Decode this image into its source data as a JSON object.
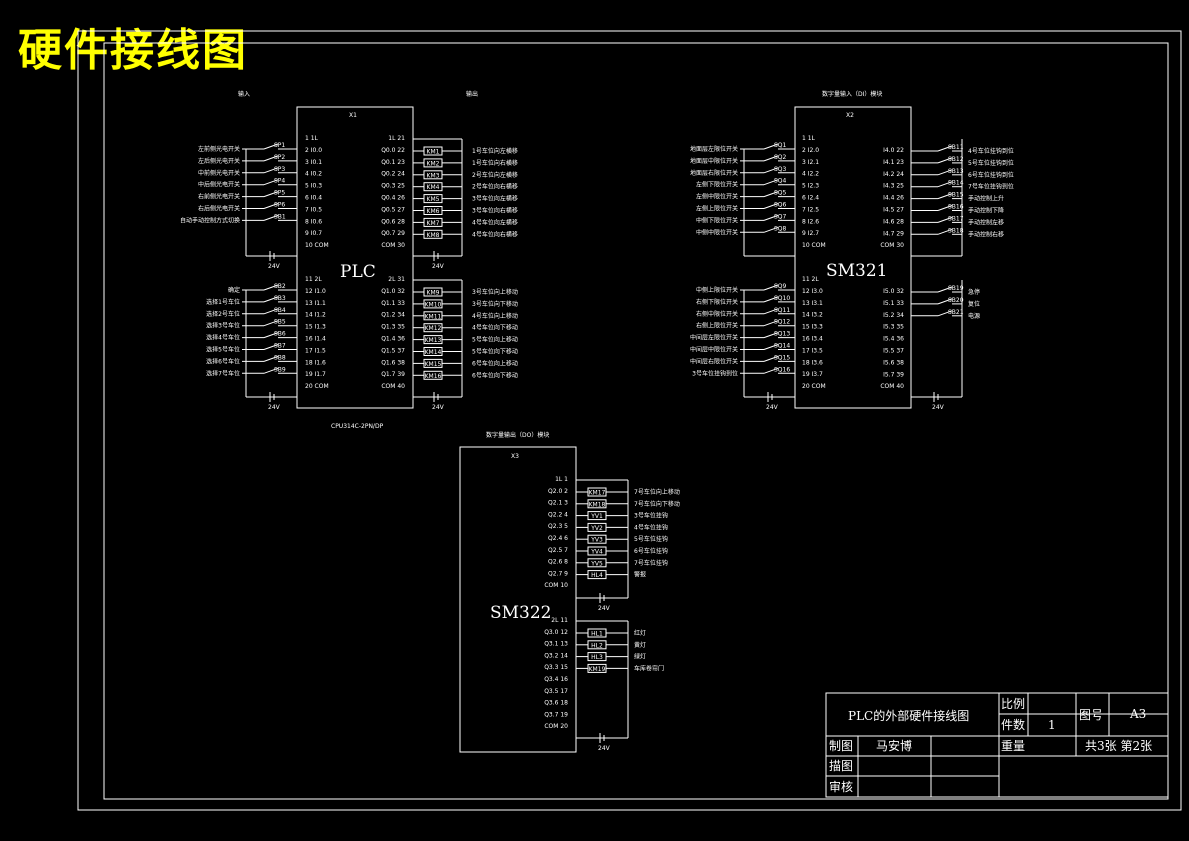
{
  "title": "硬件接线图",
  "sections": {
    "input": "输入",
    "output": "输出",
    "di": "数字量输入（DI）模块",
    "do": "数字量输出（DO）模块"
  },
  "colors": {
    "title": "#ffff00",
    "line": "#ffffff"
  },
  "x1": {
    "ref": "X1",
    "name": "PLC",
    "model": "CPU314C-2PN/DP",
    "left_pins": [
      "1 1L",
      "2 I0.0",
      "3 I0.1",
      "4 I0.2",
      "5 I0.3",
      "6 I0.4",
      "7 I0.5",
      "8 I0.6",
      "9 I0.7",
      "10 COM",
      "11 2L",
      "12 I1.0",
      "13 I1.1",
      "14 I1.2",
      "15 I1.3",
      "16 I1.4",
      "17 I1.5",
      "18 I1.6",
      "19 I1.7",
      "20 COM"
    ],
    "right_pins": [
      "1L 21",
      "Q0.0 22",
      "Q0.1 23",
      "Q0.2 24",
      "Q0.3 25",
      "Q0.4 26",
      "Q0.5 27",
      "Q0.6 28",
      "Q0.7 29",
      "COM 30",
      "2L 31",
      "Q1.0 32",
      "Q1.1 33",
      "Q1.2 34",
      "Q1.3 35",
      "Q1.4 36",
      "Q1.5 37",
      "Q1.6 38",
      "Q1.7 39",
      "COM 40"
    ],
    "inputs_a": [
      {
        "switch": "SP1",
        "label": "左前侧光电开关"
      },
      {
        "switch": "SP2",
        "label": "左后侧光电开关"
      },
      {
        "switch": "SP3",
        "label": "中前侧光电开关"
      },
      {
        "switch": "SP4",
        "label": "中后侧光电开关"
      },
      {
        "switch": "SP5",
        "label": "右前侧光电开关"
      },
      {
        "switch": "SP6",
        "label": "右后侧光电开关"
      },
      {
        "switch": "SB1",
        "label": "自动手动控制方式切换"
      }
    ],
    "inputs_b": [
      {
        "switch": "SB2",
        "label": "确定"
      },
      {
        "switch": "SB3",
        "label": "选择1号车位"
      },
      {
        "switch": "SB4",
        "label": "选择2号车位"
      },
      {
        "switch": "SB5",
        "label": "选择3号车位"
      },
      {
        "switch": "SB6",
        "label": "选择4号车位"
      },
      {
        "switch": "SB7",
        "label": "选择5号车位"
      },
      {
        "switch": "SB8",
        "label": "选择6号车位"
      },
      {
        "switch": "SB9",
        "label": "选择7号车位"
      }
    ],
    "outputs_a": [
      {
        "coil": "KM1",
        "label": "1号车位向左横移"
      },
      {
        "coil": "KM2",
        "label": "1号车位向右横移"
      },
      {
        "coil": "KM3",
        "label": "2号车位向左横移"
      },
      {
        "coil": "KM4",
        "label": "2号车位向右横移"
      },
      {
        "coil": "KM5",
        "label": "3号车位向左横移"
      },
      {
        "coil": "KM6",
        "label": "3号车位向右横移"
      },
      {
        "coil": "KM7",
        "label": "4号车位向左横移"
      },
      {
        "coil": "KM8",
        "label": "4号车位向右横移"
      }
    ],
    "outputs_b": [
      {
        "coil": "KM9",
        "label": "3号车位向上移动"
      },
      {
        "coil": "KM10",
        "label": "3号车位向下移动"
      },
      {
        "coil": "KM11",
        "label": "4号车位向上移动"
      },
      {
        "coil": "KM12",
        "label": "4号车位向下移动"
      },
      {
        "coil": "KM13",
        "label": "5号车位向上移动"
      },
      {
        "coil": "KM14",
        "label": "5号车位向下移动"
      },
      {
        "coil": "KM15",
        "label": "6号车位向上移动"
      },
      {
        "coil": "KM16",
        "label": "6号车位向下移动"
      }
    ],
    "supply": "24V"
  },
  "x2": {
    "ref": "X2",
    "name": "SM321",
    "left_pins": [
      "1 1L",
      "2 I2.0",
      "3 I2.1",
      "4 I2.2",
      "5 I2.3",
      "6 I2.4",
      "7 I2.5",
      "8 I2.6",
      "9 I2.7",
      "10 COM",
      "11 2L",
      "12 I3.0",
      "13 I3.1",
      "14 I3.2",
      "15 I3.3",
      "16 I3.4",
      "17 I3.5",
      "18 I3.6",
      "19 I3.7",
      "20 COM"
    ],
    "right_pins": [
      "I4.0 22",
      "I4.1 23",
      "I4.2 24",
      "I4.3 25",
      "I4.4 26",
      "I4.5 27",
      "I4.6 28",
      "I4.7 29",
      "COM 30",
      "I5.0 32",
      "I5.1 33",
      "I5.2 34",
      "I5.3 35",
      "I5.4 36",
      "I5.5 37",
      "I5.6 38",
      "I5.7 39",
      "COM 40"
    ],
    "inputs_a": [
      {
        "switch": "SQ1",
        "label": "地面层左限位开关"
      },
      {
        "switch": "SQ2",
        "label": "地面层中限位开关"
      },
      {
        "switch": "SQ3",
        "label": "地面层右限位开关"
      },
      {
        "switch": "SQ4",
        "label": "左侧下限位开关"
      },
      {
        "switch": "SQ5",
        "label": "左侧中限位开关"
      },
      {
        "switch": "SQ6",
        "label": "左侧上限位开关"
      },
      {
        "switch": "SQ7",
        "label": "中侧下限位开关"
      },
      {
        "switch": "SQ8",
        "label": "中侧中限位开关"
      }
    ],
    "inputs_b": [
      {
        "switch": "SQ9",
        "label": "中侧上限位开关"
      },
      {
        "switch": "SQ10",
        "label": "右侧下限位开关"
      },
      {
        "switch": "SQ11",
        "label": "右侧中限位开关"
      },
      {
        "switch": "SQ12",
        "label": "右侧上限位开关"
      },
      {
        "switch": "SQ13",
        "label": "中间层左限位开关"
      },
      {
        "switch": "SQ14",
        "label": "中间层中限位开关"
      },
      {
        "switch": "SQ15",
        "label": "中间层右限位开关"
      },
      {
        "switch": "SQ16",
        "label": "3号车位挂钩到位"
      }
    ],
    "inputs_c": [
      {
        "switch": "SB11",
        "label": "4号车位挂钩到位"
      },
      {
        "switch": "SB12",
        "label": "5号车位挂钩到位"
      },
      {
        "switch": "SB13",
        "label": "6号车位挂钩到位"
      },
      {
        "switch": "SB14",
        "label": "7号车位挂钩到位"
      },
      {
        "switch": "SB15",
        "label": "手动控制上升"
      },
      {
        "switch": "SB16",
        "label": "手动控制下降"
      },
      {
        "switch": "SB17",
        "label": "手动控制左移"
      },
      {
        "switch": "SB18",
        "label": "手动控制右移"
      }
    ],
    "inputs_d": [
      {
        "switch": "SB19",
        "label": "急停"
      },
      {
        "switch": "SB20",
        "label": "复位"
      },
      {
        "switch": "SB21",
        "label": "电源"
      }
    ],
    "supply": "24V"
  },
  "x3": {
    "ref": "X3",
    "name": "SM322",
    "right_pins": [
      "1L 1",
      "Q2.0 2",
      "Q2.1 3",
      "Q2.2 4",
      "Q2.3 5",
      "Q2.4 6",
      "Q2.5 7",
      "Q2.6 8",
      "Q2.7 9",
      "COM 10",
      "2L 11",
      "Q3.0 12",
      "Q3.1 13",
      "Q3.2 14",
      "Q3.3 15",
      "Q3.4 16",
      "Q3.5 17",
      "Q3.6 18",
      "Q3.7 19",
      "COM 20"
    ],
    "outputs_a": [
      {
        "coil": "KM17",
        "label": "7号车位向上移动"
      },
      {
        "coil": "KM18",
        "label": "7号车位向下移动"
      },
      {
        "coil": "YV1",
        "label": "3号车位挂钩"
      },
      {
        "coil": "YV2",
        "label": "4号车位挂钩"
      },
      {
        "coil": "YV3",
        "label": "5号车位挂钩"
      },
      {
        "coil": "YV4",
        "label": "6号车位挂钩"
      },
      {
        "coil": "YV5",
        "label": "7号车位挂钩"
      },
      {
        "coil": "HL4",
        "label": "警报"
      }
    ],
    "outputs_b": [
      {
        "coil": "HL1",
        "label": "红灯"
      },
      {
        "coil": "HL2",
        "label": "黄灯"
      },
      {
        "coil": "HL3",
        "label": "绿灯"
      },
      {
        "coil": "KM19",
        "label": "车库卷帘门"
      }
    ],
    "supply": "24V"
  },
  "title_block": {
    "drawing_name": "PLC的外部硬件接线图",
    "scale_label": "比例",
    "scale_value": "",
    "qty_label": "件数",
    "qty_value": "1",
    "drawing_no_label": "图号",
    "drawing_no_value": "A3",
    "weight_label": "重量",
    "sheets": "共3张 第2张",
    "drawn_label": "制图",
    "drawn_value": "马安博",
    "traced_label": "描图",
    "checked_label": "审核"
  }
}
